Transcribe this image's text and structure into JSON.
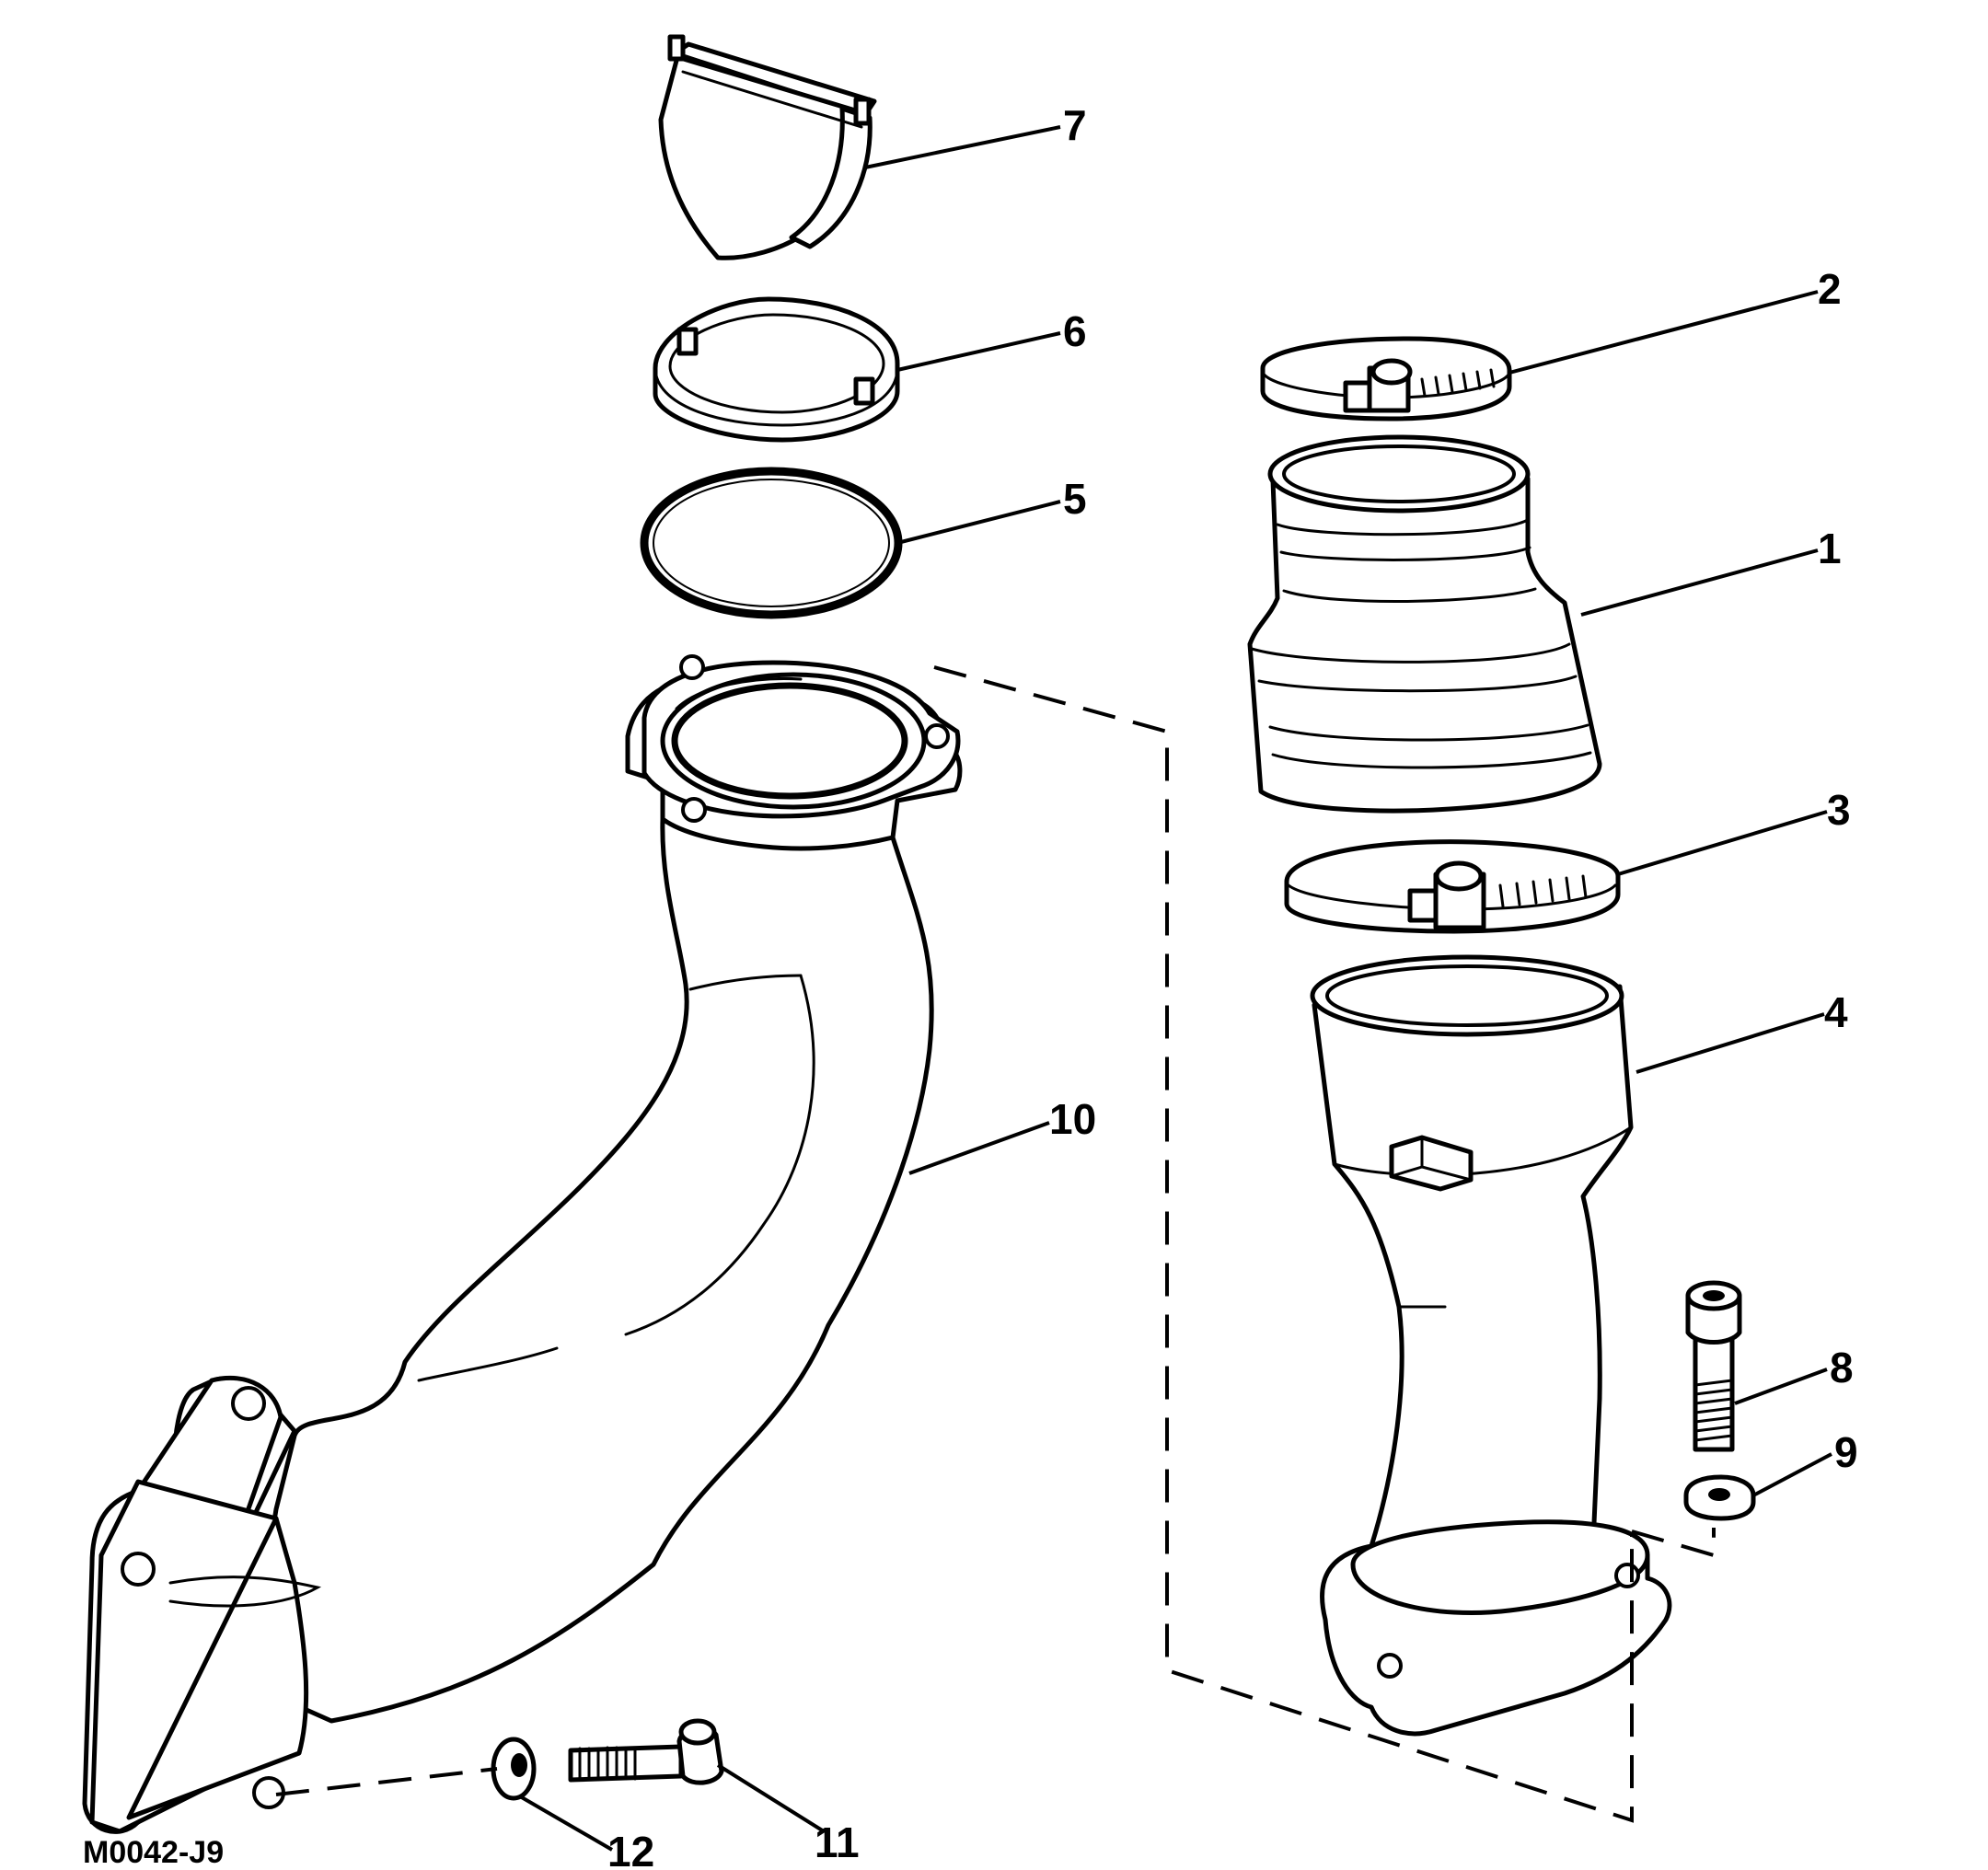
{
  "diagram": {
    "figure_code": "M0042-J9",
    "callouts": [
      "1",
      "2",
      "3",
      "4",
      "5",
      "6",
      "7",
      "8",
      "9",
      "10",
      "11",
      "12"
    ]
  }
}
